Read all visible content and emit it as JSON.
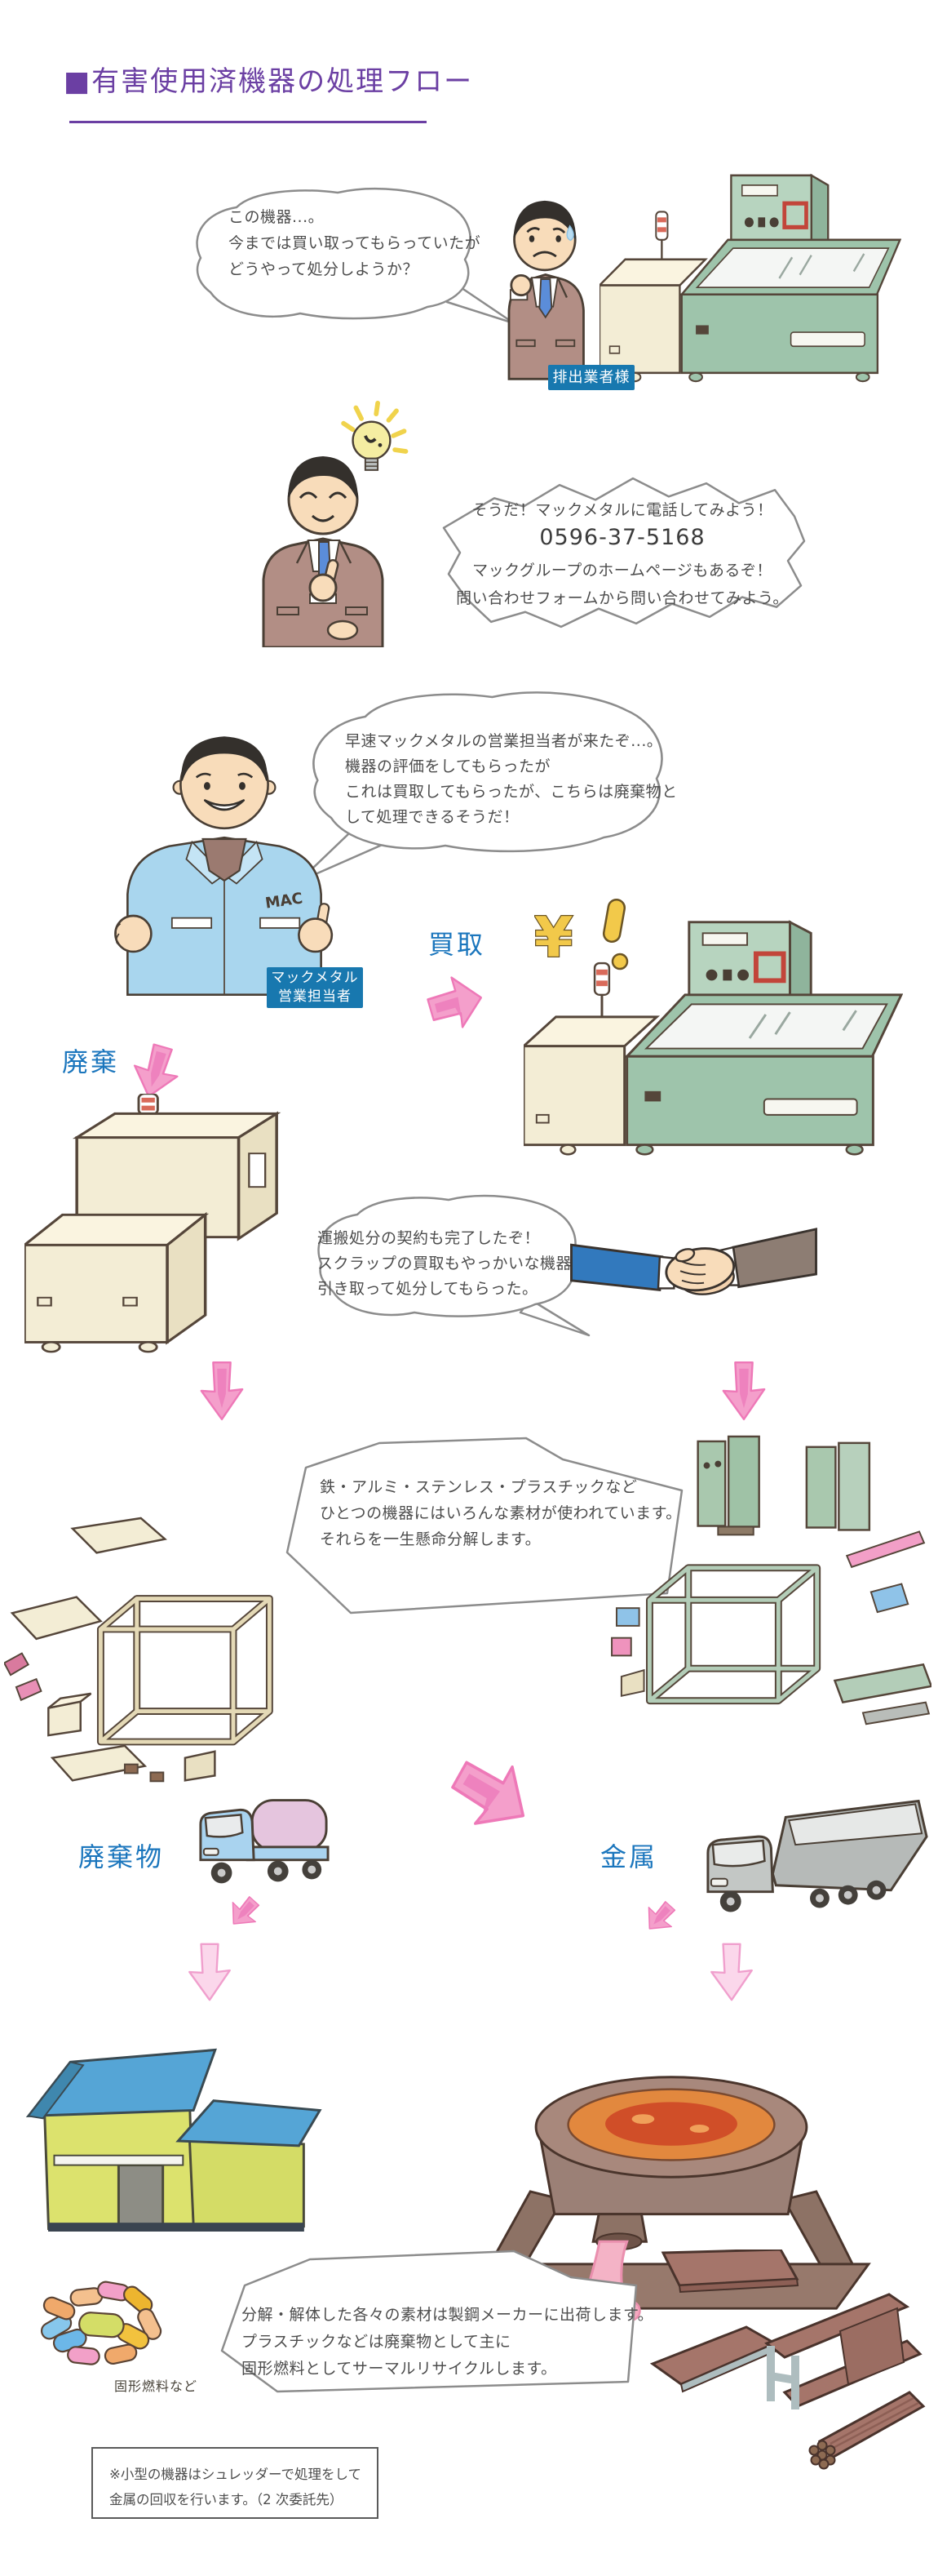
{
  "header": {
    "title": "■有害使用済機器の処理フロー"
  },
  "scene_inquiry": {
    "bubble": [
      "この機器...。",
      "今までは買い取ってもらっていたが",
      "どうやって処分しようか？"
    ],
    "actor_label": "排出業者様"
  },
  "scene_idea": {
    "line1": "そうだ！マックメタルに電話してみよう！",
    "phone": "0596-37-5168",
    "line2": "マックグループのホームページもあるぞ！",
    "line3": "問い合わせフォームから問い合わせてみよう。"
  },
  "scene_visit": {
    "bubble": [
      "早速マックメタルの営業担当者が来たぞ...。",
      "機器の評価をしてもらったが",
      "これは買取してもらったが、こちらは廃棄物と",
      "して処理できるそうだ！"
    ],
    "actor_label_line1": "マックメタル",
    "actor_label_line2": "営業担当者",
    "uniform_text": "MAC",
    "buy_label": "買取",
    "yen": "¥"
  },
  "scene_disposal": {
    "dispose_label": "廃棄",
    "bubble": [
      "運搬処分の契約も完了したぞ！",
      "スクラップの買取もやっかいな機器も",
      "引き取って処分してもらった。"
    ]
  },
  "scene_dismantle": {
    "bubble": [
      "鉄・アルミ・ステンレス・プラスチックなど",
      "ひとつの機器にはいろんな素材が使われています。",
      "それらを一生懸命分解します。"
    ]
  },
  "scene_transport": {
    "waste_label": "廃棄物",
    "metal_label": "金属"
  },
  "scene_output": {
    "bubble": [
      "分解・解体した各々の素材は製鋼メーカーに出荷します。",
      "プラスチックなどは廃棄物として主に",
      "固形燃料としてサーマルリサイクルします。"
    ],
    "fuel_label": "固形燃料など",
    "note": [
      "※小型の機器はシュレッダーで処理をして",
      "金属の回収を行います。（2 次委託先）"
    ]
  },
  "colors": {
    "title_purple": "#6b3fa3",
    "label_blue_bg": "#1878af",
    "keyword_blue": "#1b76bd",
    "arrow_pink": "#f49fcb",
    "machine_green": "#9ec4ab",
    "machine_cream": "#f3edd5"
  }
}
